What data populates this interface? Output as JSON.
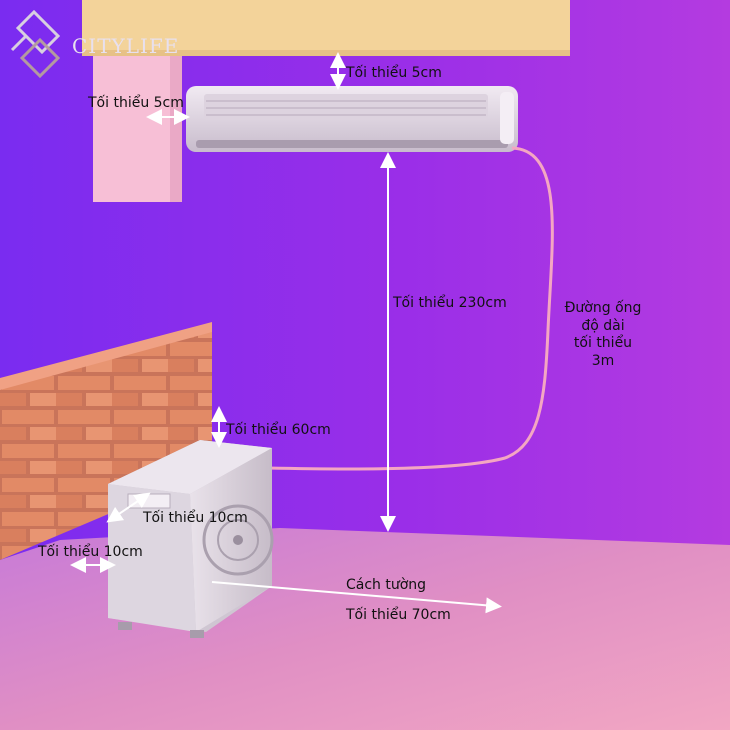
{
  "brand": {
    "name": "CITYLIFE"
  },
  "labels": {
    "indoor_top_gap": "Tối thiểu 5cm",
    "indoor_side_gap": "Tối thiểu 5cm",
    "indoor_height": "Tối thiểu 230cm",
    "outdoor_top_gap": "Tối thiểu 60cm",
    "outdoor_back_gap": "Tối thiểu 10cm",
    "outdoor_side_gap": "Tối thiểu 10cm",
    "outdoor_wall_gap_line1": "Cách tường",
    "outdoor_wall_gap_line2": "Tối thiểu 70cm",
    "pipe_line1": "Đường ống",
    "pipe_line2": "độ dài",
    "pipe_line3": "tối thiểu",
    "pipe_line4": "3m"
  },
  "colors": {
    "wall": "#8a2be8",
    "floor": "#e48bbd",
    "ceiling_block": "#f3d39a",
    "pillar": "#f7bfd6",
    "brick": "#e07a55",
    "arrow": "#ffffff",
    "pipe": "#f4a6c2"
  }
}
